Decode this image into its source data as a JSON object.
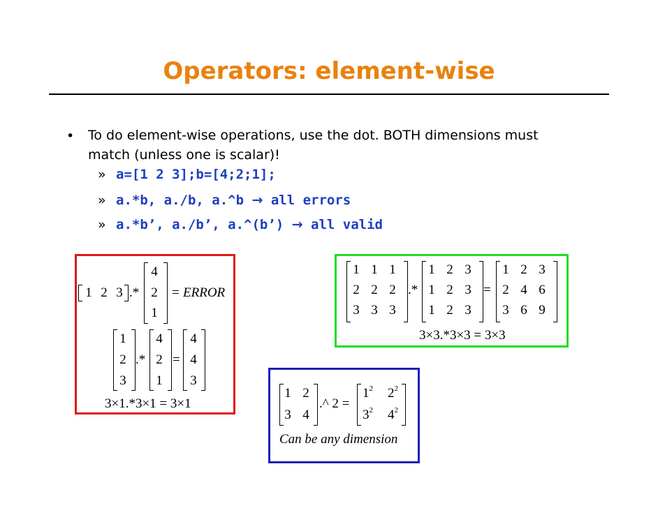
{
  "title": "Operators: element-wise",
  "bullet": {
    "symbol": "•",
    "text": "To do element-wise operations, use the dot. BOTH dimensions must match (unless one is scalar)!"
  },
  "subitems": [
    {
      "marker": "»",
      "code": "a=[1 2 3];b=[4;2;1];",
      "arrow": "",
      "tail": ""
    },
    {
      "marker": "»",
      "code": "a.*b, a./b, a.^b ",
      "arrow": "→",
      "tail": " all errors"
    },
    {
      "marker": "»",
      "code": "a.*b’, a./b’, a.^(b’) ",
      "arrow": "→",
      "tail": " all valid"
    }
  ],
  "red_box": {
    "border_color": "#e01818",
    "row_vector": [
      "1",
      "2",
      "3"
    ],
    "col_vector": [
      "4",
      "2",
      "1"
    ],
    "op": ".*",
    "eq": "=",
    "error_text": "ERROR",
    "col_a": [
      "1",
      "2",
      "3"
    ],
    "col_b": [
      "4",
      "2",
      "1"
    ],
    "col_result": [
      "4",
      "4",
      "3"
    ],
    "dims": "3×1.*3×1 = 3×1"
  },
  "green_box": {
    "border_color": "#22dd22",
    "matrix_a": [
      [
        "1",
        "1",
        "1"
      ],
      [
        "2",
        "2",
        "2"
      ],
      [
        "3",
        "3",
        "3"
      ]
    ],
    "matrix_b": [
      [
        "1",
        "2",
        "3"
      ],
      [
        "1",
        "2",
        "3"
      ],
      [
        "1",
        "2",
        "3"
      ]
    ],
    "matrix_result": [
      [
        "1",
        "2",
        "3"
      ],
      [
        "2",
        "4",
        "6"
      ],
      [
        "3",
        "6",
        "9"
      ]
    ],
    "op": ".*",
    "eq": "=",
    "dims": "3×3.*3×3 = 3×3"
  },
  "blue_box": {
    "border_color": "#1a22b0",
    "matrix": [
      [
        "1",
        "2"
      ],
      [
        "3",
        "4"
      ]
    ],
    "op": ".^ 2 =",
    "result_bases": [
      [
        "1",
        "2"
      ],
      [
        "3",
        "4"
      ]
    ],
    "exponent": "2",
    "caption": "Can be any dimension"
  }
}
